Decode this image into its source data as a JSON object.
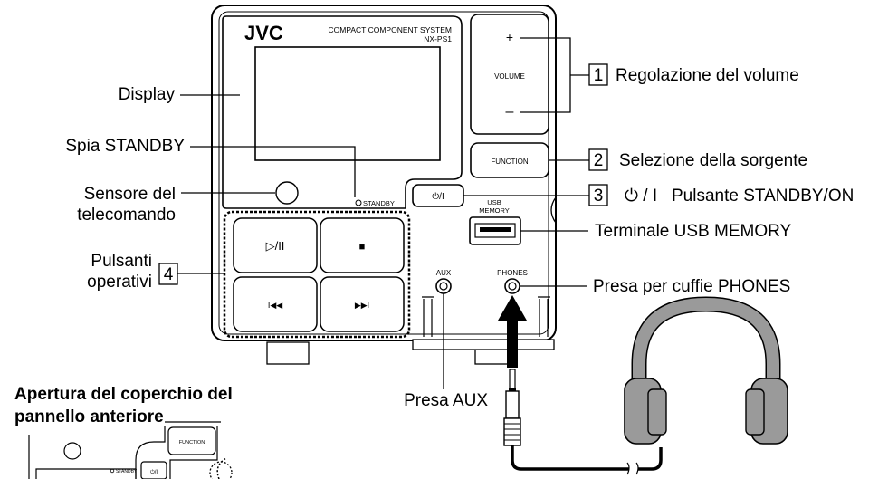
{
  "device": {
    "brand": "JVC",
    "model_line": "COMPACT COMPONENT SYSTEM",
    "model": "NX-PS1",
    "volume_label": "VOLUME",
    "volume_plus": "+",
    "volume_minus": "–",
    "function_label": "FUNCTION",
    "power_label": "⏻/I",
    "standby_label": "STANDBY",
    "usb_label_1": "USB",
    "usb_label_2": "MEMORY",
    "aux_label": "AUX",
    "phones_label": "PHONES",
    "play_label": "▷/II",
    "stop_label": "■",
    "prev_label": "I◀◀",
    "next_label": "▶▶I"
  },
  "callouts": {
    "display": "Display",
    "standby_lamp": "Spia STANDBY",
    "remote_sensor_1": "Sensore del",
    "remote_sensor_2": "telecomando",
    "operation_1": "Pulsanti",
    "operation_2": "operativi",
    "num_1": "1",
    "num_2": "2",
    "num_3": "3",
    "num_4": "4",
    "volume_adjust": "Regolazione del volume",
    "source_select": "Selezione della sorgente",
    "power_symbol": "⏻ / I",
    "standby_on": "Pulsante STANDBY/ON",
    "usb_terminal": "Terminale USB MEMORY",
    "phones_jack": "Presa per cuffie PHONES",
    "aux_jack": "Presa AUX"
  },
  "inset": {
    "title_1": "Apertura del coperchio del",
    "title_2": "pannello anteriore",
    "function_label": "FUNCTION",
    "standby_label": "STANDBY",
    "power_label": "⏻/I"
  }
}
